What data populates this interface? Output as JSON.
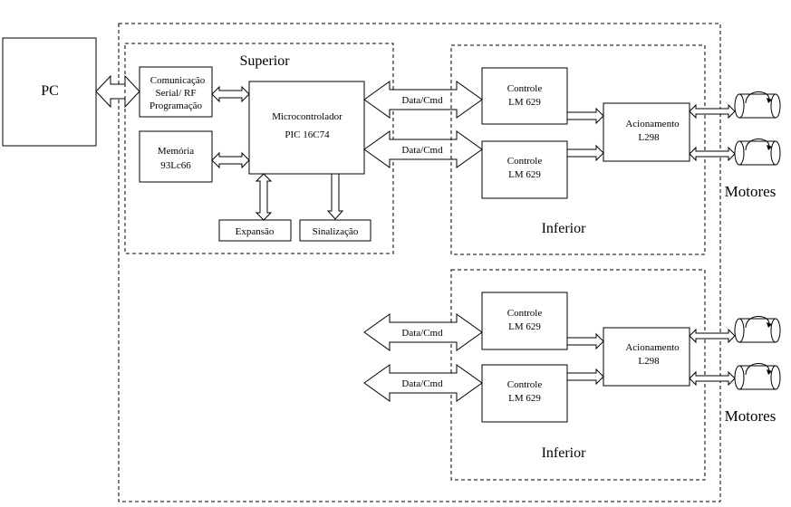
{
  "pc": {
    "label": "PC"
  },
  "superior": {
    "title": "Superior",
    "comm": {
      "line1": "Comunicação",
      "line2": "Serial/ RF",
      "line3": "Programação"
    },
    "memory": {
      "line1": "Memória",
      "line2": "93Lc66"
    },
    "mcu": {
      "line1": "Microcontrolador",
      "line2": "PIC 16C74"
    },
    "expansion": {
      "label": "Expansão"
    },
    "signaling": {
      "label": "Sinalização"
    }
  },
  "bus_label": "Data/Cmd",
  "upper_inferior": {
    "title": "Inferior",
    "controller1": {
      "line1": "Controle",
      "line2": "LM 629"
    },
    "controller2": {
      "line1": "Controle",
      "line2": "LM 629"
    },
    "driver": {
      "line1": "Acionamento",
      "line2": "L298"
    },
    "motors_label": "Motores"
  },
  "lower_inferior": {
    "title": "Inferior",
    "controller1": {
      "line1": "Controle",
      "line2": "LM 629"
    },
    "controller2": {
      "line1": "Controle",
      "line2": "LM 629"
    },
    "driver": {
      "line1": "Acionamento",
      "line2": "L298"
    },
    "motors_label": "Motores"
  }
}
